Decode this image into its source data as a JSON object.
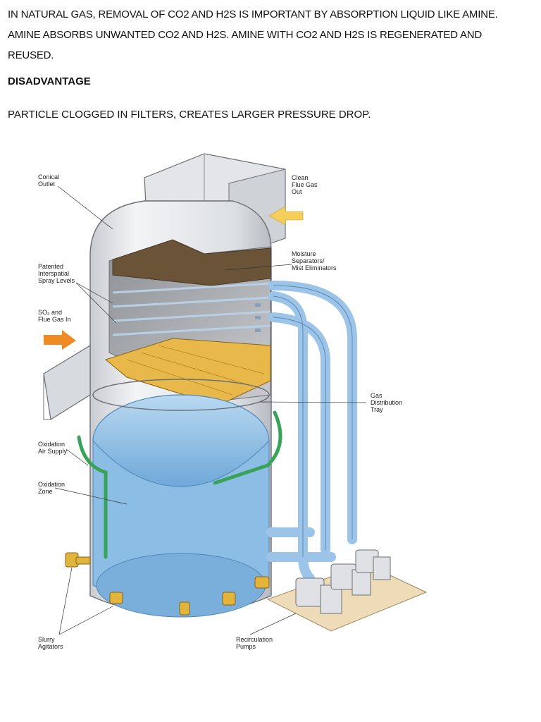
{
  "text": {
    "lines": [
      "IN NATURAL GAS, REMOVAL OF CO2 AND H2S IS IMPORTANT BY ABSORPTION LIQUID LIKE AMINE.",
      "AMINE ABSORBS UNWANTED CO2 AND H2S. AMINE WITH CO2 AND H2S IS REGENERATED AND",
      "REUSED."
    ],
    "heading": "DISADVANTAGE",
    "note": "PARTICLE CLOGGED IN FILTERS, CREATES LARGER PRESSURE DROP."
  },
  "diagram": {
    "labels": {
      "conical_outlet": [
        "Conical",
        "Outlet"
      ],
      "clean_flue_gas": [
        "Clean",
        "Flue Gas",
        "Out"
      ],
      "moisture": [
        "Moisture",
        "Separators/",
        "Mist Eliminators"
      ],
      "spray_levels": [
        "Patented",
        "Interspatial",
        "Spray Levels"
      ],
      "so2_in": [
        "SO₂ and",
        "Flue Gas In"
      ],
      "gas_tray": [
        "Gas",
        "Distribution",
        "Tray"
      ],
      "oxidation_air": [
        "Oxidation",
        "Air Supply"
      ],
      "oxidation_zone": [
        "Oxidation",
        "Zone"
      ],
      "slurry": [
        "Slurry",
        "Agitators"
      ],
      "pumps": [
        "Recirculation",
        "Pumps"
      ]
    },
    "colors": {
      "vessel": "#e6e8eb",
      "slurry": "#7fb6e0",
      "pipe": "#9cc4e8",
      "tray": "#e8b94a",
      "arrow_in": "#f08a24",
      "arrow_out": "#f5cf5a",
      "air_line": "#3aa35a"
    }
  }
}
